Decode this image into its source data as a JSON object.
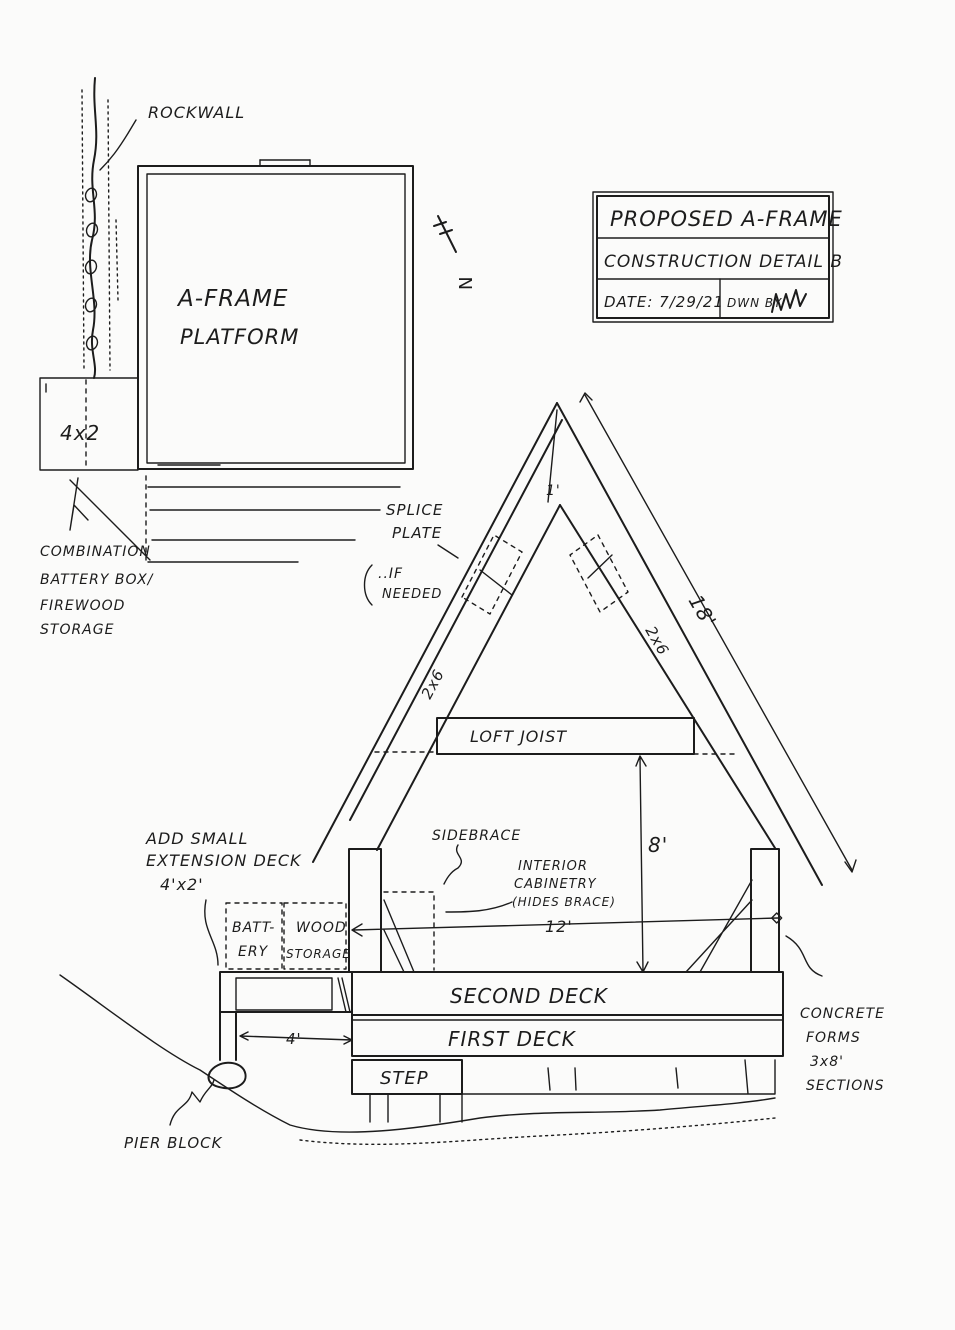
{
  "title_block": {
    "line1": "PROPOSED A-FRAME",
    "line2": "CONSTRUCTION DETAIL B",
    "date": "DATE: 7/29/21",
    "drawn_by": "DWN BY"
  },
  "plan_view": {
    "rockwall": "ROCKWALL",
    "platform_line1": "A-FRAME",
    "platform_line2": "PLATFORM",
    "box_dim": "4x2",
    "combo_line1": "COMBINATION",
    "combo_line2": "BATTERY BOX/",
    "combo_line3": "FIREWOOD",
    "combo_line4": "STORAGE",
    "north": "N"
  },
  "elevation": {
    "splice_line1": "SPLICE",
    "splice_line2": "PLATE",
    "if_needed_line1": "..IF",
    "if_needed_line2": "NEEDED",
    "rafter_left": "2x6",
    "rafter_right": "2x6",
    "rafter_length": "18'",
    "peak_width": "1'",
    "loft_joist": "LOFT JOIST",
    "height_dim": "8'",
    "span_dim": "12'",
    "side_brace": "SIDEBRACE",
    "cab_line1": "INTERIOR",
    "cab_line2": "CABINETRY",
    "cab_line3": "(HIDES BRACE)",
    "ext_line1": "ADD SMALL",
    "ext_line2": "EXTENSION DECK",
    "ext_line3": "4'x2'",
    "battery_line1": "BATT-",
    "battery_line2": "ERY",
    "wood_line1": "WOOD",
    "wood_line2": "STORAGE",
    "second_deck": "SECOND DECK",
    "first_deck": "FIRST DECK",
    "step": "STEP",
    "ext_dim": "4'",
    "concrete_line1": "CONCRETE",
    "concrete_line2": "FORMS",
    "concrete_line3": "3x8'",
    "concrete_line4": "SECTIONS",
    "pier_block": "PIER BLOCK"
  }
}
